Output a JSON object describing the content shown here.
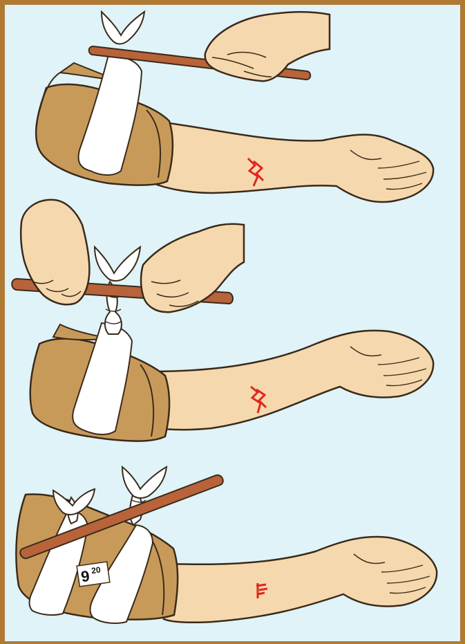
{
  "illustration": {
    "frame_color": "#b07a35",
    "background_color": "#dff3f8",
    "skin_color": "#f5d8ad",
    "sleeve_color": "#c89a5a",
    "stick_color": "#b8633a",
    "bandage_color": "#ffffff",
    "wound_color": "#e0261f"
  },
  "steps": [
    {
      "id": "step-1"
    },
    {
      "id": "step-2"
    },
    {
      "id": "step-3",
      "time_label_hour": "9",
      "time_label_minutes": "20"
    }
  ]
}
